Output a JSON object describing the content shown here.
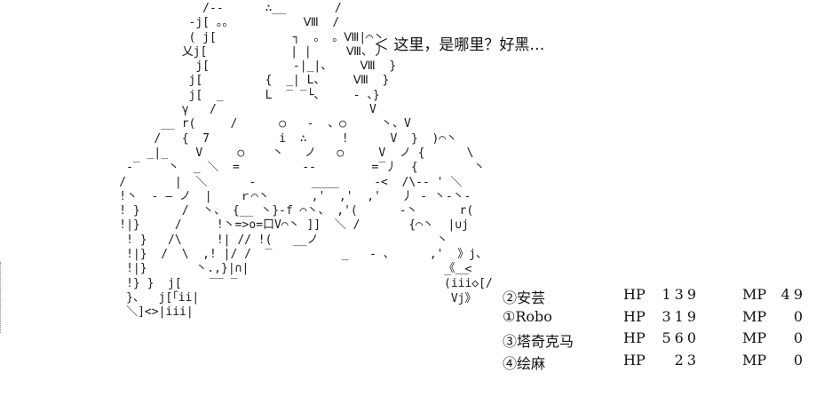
{
  "dialogue": "＜ 这里，是哪里？好黑…",
  "party": [
    {
      "name": "②安芸",
      "hp_label": "HP",
      "hp": "139",
      "mp_label": "MP",
      "mp": "49"
    },
    {
      "name": "①Robo",
      "hp_label": "HP",
      "hp": "319",
      "mp_label": "MP",
      "mp": "0"
    },
    {
      "name": "③塔奇克马",
      "hp_label": "HP",
      "hp": "560",
      "mp_label": "MP",
      "mp": "0"
    },
    {
      "name": "④绘麻",
      "hp_label": "HP",
      "hp": "23",
      "mp_label": "MP",
      "mp": "0"
    }
  ],
  "ascii_art": "                      /--      ∴__       /\n                    -j[ 。。          Ⅷ  /\n                    ( j[           ┐  。 。Ⅷ|⌒丶\n                   乂j[            | |     Ⅷ、丿\n                     j[            -|_|、    Ⅷ  }\n                    j[         {  _| L、    Ⅷ  }\n                    j[  _      L  ‾ ‾└、    - 、}\n                   γ   /                      V\n                __ r(     /      ○   -  、○     丶、V\n               /   {  7          i  ∴     !      V  }  )⌒丶\n              _|_    V     ○    丶   ノ   ○     V  ノ {      \\\n           -‾    丶  _ ＼  =         --        =‾丿  {        丶\n          /       |  ＼      -        ____     -<  /\\-- ' ＼\n          !丶  - ― ノ  |    ｒ⌒丶      ,'  ,'  ,'   丿 - 丶‐丶-\n          ! }      /  丶、 {__ 丶}-f ⌒丶、 ,'(      -丶      r(\n          !|}     /     !丶=>o=口V⌒丶 ]]  ＼ /       {⌒丶  |∪j\n           ! }   /\\     !| // !(   __ノ                 丶\n           !|}  /  \\  ,! |/ /  ‾          _   - 、     ,'  》j、\n           !|}       丶.,}|∩|                            《__\n           !} }  j[    ‾‾ ‾\n           }、  j[｢ii|\n           ＼]<>|iii|",
  "ascii_right": "_  <\n(iii◇[/\n Vj》"
}
